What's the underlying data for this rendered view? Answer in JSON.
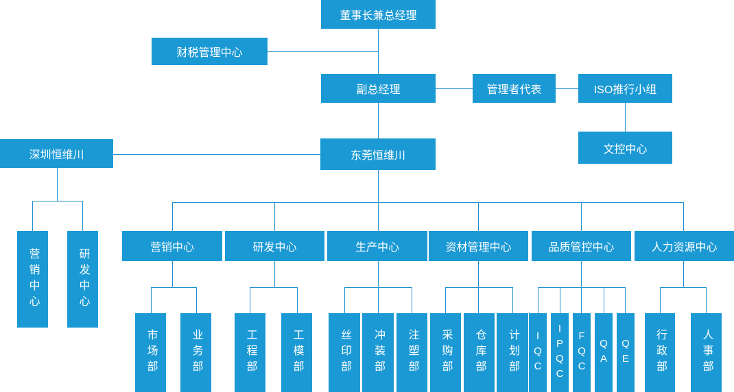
{
  "colors": {
    "box": "#1b99d4",
    "line": "#2191d0",
    "text": "#ffffff",
    "background": "#ffffff"
  },
  "nodes": {
    "chairman": "董事长兼总经理",
    "finance_tax_center": "财税管理中心",
    "deputy_general_manager": "副总经理",
    "management_representative": "管理者代表",
    "iso_team": "ISO推行小组",
    "document_control_center": "文控中心",
    "shenzhen_hengweichuan": "深圳恒维川",
    "dongguan_hengweichuan": "东莞恒维川",
    "sz_marketing_center": "营销中心",
    "sz_rd_center": "研发中心",
    "marketing_center": "营销中心",
    "rd_center": "研发中心",
    "production_center": "生产中心",
    "materials_center": "资材管理中心",
    "quality_center": "品质管控中心",
    "hr_center": "人力资源中心",
    "market_dept": "市场部",
    "business_dept": "业务部",
    "engineering_dept": "工程部",
    "tooling_dept": "工模部",
    "silkscreen_dept": "丝印部",
    "stamping_dept": "冲装部",
    "injection_dept": "注塑部",
    "purchasing_dept": "采购部",
    "warehouse_dept": "仓库部",
    "planning_dept": "计划部",
    "iqc": "IQC",
    "ipqc": "IPQC",
    "fqc": "FQC",
    "qa": "QA",
    "qe": "QE",
    "admin_dept": "行政部",
    "personnel_dept": "人事部"
  }
}
